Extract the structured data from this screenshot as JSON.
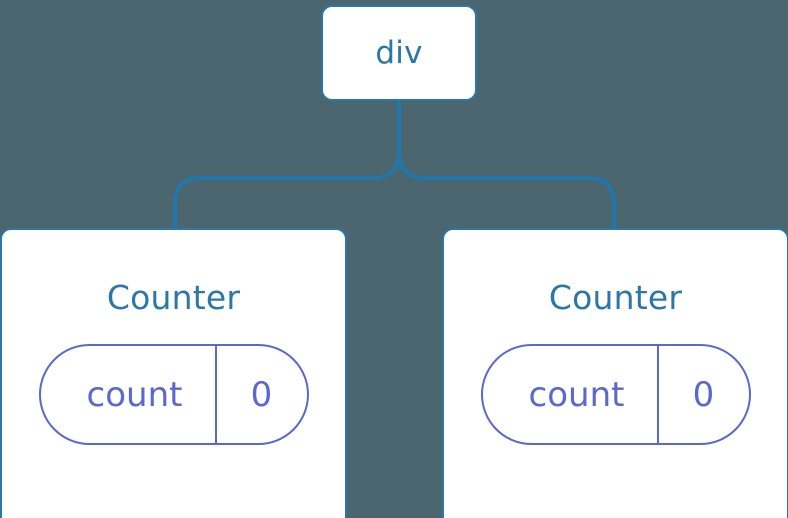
{
  "diagram": {
    "type": "component-tree",
    "background_color": "#4c6670",
    "edge_color": "#1f77ab",
    "node_border_color": "#2a77a8",
    "node_text_color": "#2a77a8",
    "state_color": "#5a68d0",
    "root": {
      "label": "div"
    },
    "children": [
      {
        "title": "Counter",
        "state": {
          "key": "count",
          "value": "0"
        }
      },
      {
        "title": "Counter",
        "state": {
          "key": "count",
          "value": "0"
        }
      }
    ]
  }
}
